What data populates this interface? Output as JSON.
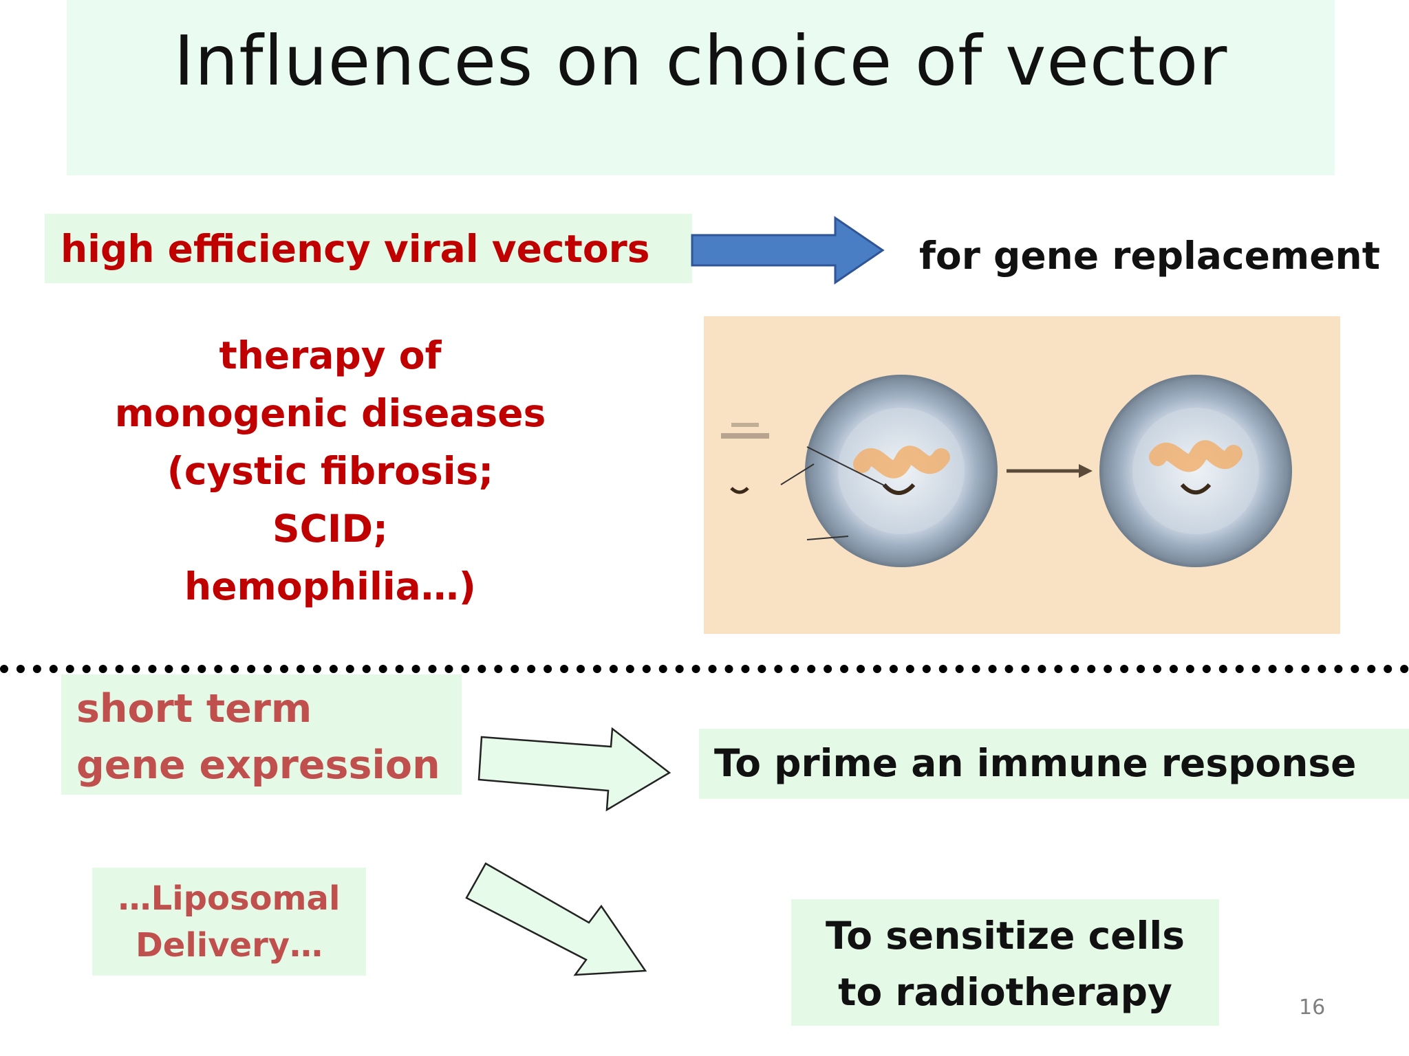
{
  "slide": {
    "title": "Influences on choice of vector",
    "page_number": "16"
  },
  "top_section": {
    "method": "high efficiency viral vectors",
    "purpose": "for gene replacement",
    "therapy_lines": [
      "therapy of",
      "monogenic diseases",
      "(cystic fibrosis; SCID;",
      "hemophilia…)"
    ]
  },
  "bottom_section": {
    "method_lines": [
      "short term",
      "gene expression"
    ],
    "delivery_lines": [
      "…Liposomal",
      "Delivery…"
    ],
    "purpose_1": "To prime an immune response",
    "purpose_2_lines": [
      "To sensitize cells",
      "to radiotherapy"
    ]
  },
  "colors": {
    "title_band": "#eafcf1",
    "box_green": "#e4f9e6",
    "red_text": "#c00000",
    "rose_text": "#c0504d",
    "blue_arrow": "#4a7ec4",
    "illustration_bg": "#f9e2c4"
  }
}
